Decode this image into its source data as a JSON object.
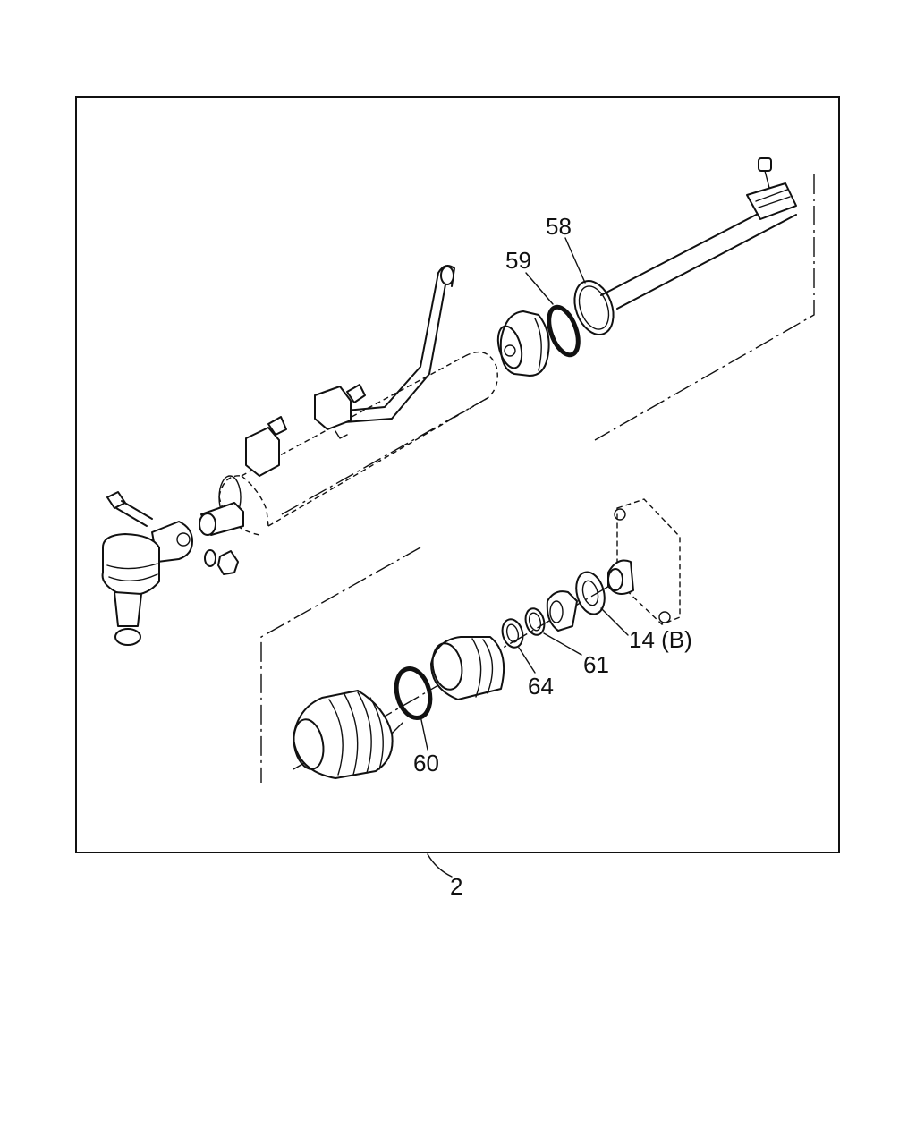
{
  "diagram": {
    "assembly_number": "2",
    "callouts": {
      "c58": "58",
      "c59": "59",
      "c60": "60",
      "c61": "61",
      "c64": "64",
      "c14b": "14 (B)"
    }
  }
}
